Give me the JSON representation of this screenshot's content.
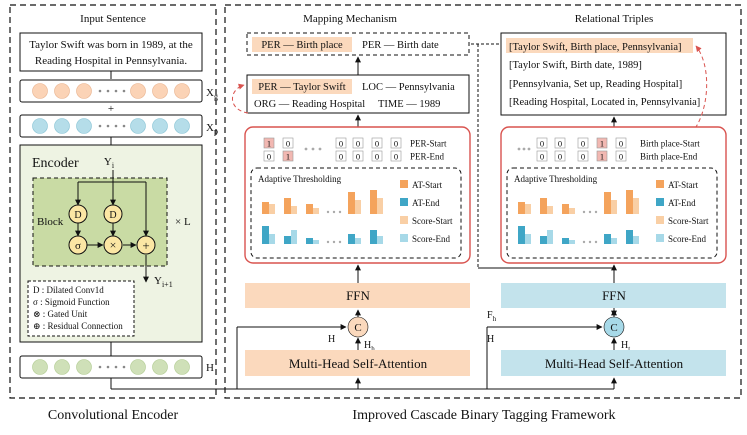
{
  "left_panel": {
    "header": "Input Sentence",
    "sentence_line1": "Taylor Swift was born in 1989, at the",
    "sentence_line2": "Reading Hospital in Pennsylvania.",
    "xg_label": "X",
    "xg_sub": "g",
    "plus": "+",
    "xp_label": "X",
    "xp_sub": "p",
    "dots": "• • • •",
    "encoder_title": "Encoder",
    "yi_label": "Y",
    "yi_sub": "i",
    "block_label": "Block",
    "d_node": "D",
    "sigma_node": "σ",
    "times_node": "×",
    "plus_node": "+",
    "times_l": "× L",
    "yi1_label": "Y",
    "yi1_sub": "i+1",
    "legend": [
      "D : Dilated Conv1d",
      "σ : Sigmoid Function",
      "⊗ : Gated Unit",
      "⊕ : Residual Connection"
    ],
    "h_label": "H",
    "footer": "Convolutional Encoder"
  },
  "mapping": {
    "header": "Mapping Mechanism",
    "top_box_item1": "PER — Birth place",
    "top_box_item2": "PER — Birth date",
    "entity_line1_a": "PER — Taylor Swift",
    "entity_line1_b": "LOC — Pennsylvania",
    "entity_line2_a": "ORG — Reading Hospital",
    "entity_line2_b": "TIME — 1989",
    "tag_rows": [
      {
        "label": "PER-Start",
        "cells": [
          "1",
          "0",
          "0",
          "0",
          "0",
          "0"
        ],
        "hl": [
          0
        ]
      },
      {
        "label": "PER-End",
        "cells": [
          "0",
          "1",
          "0",
          "0",
          "0",
          "0"
        ],
        "hl": [
          1
        ]
      }
    ],
    "adaptive_title": "Adaptive Thresholding",
    "legend": [
      "AT-Start",
      "AT-End",
      "Score-Start",
      "Score-End"
    ],
    "ffn": "FFN",
    "c_node": "C",
    "h_label": "H",
    "hh_label": "H",
    "hh_sub": "h",
    "mhsa": "Multi-Head Self-Attention"
  },
  "relational": {
    "header": "Relational Triples",
    "triples": [
      "[Taylor Swift, Birth place, Pennsylvania]",
      "[Taylor Swift, Birth date, 1989]",
      "[Pennsylvania, Set up, Reading Hospital]",
      "[Reading Hospital, Located in, Pennsylvania]"
    ],
    "tag_rows": [
      {
        "label": "Birth place-Start",
        "cells": [
          "0",
          "0",
          "0",
          "1",
          "0"
        ],
        "hl": [
          3
        ]
      },
      {
        "label": "Birth place-End",
        "cells": [
          "0",
          "0",
          "0",
          "1",
          "0"
        ],
        "hl": [
          3
        ]
      }
    ],
    "adaptive_title": "Adaptive Thresholding",
    "legend": [
      "AT-Start",
      "AT-End",
      "Score-Start",
      "Score-End"
    ],
    "ffn": "FFN",
    "fh_label": "F",
    "fh_sub": "h",
    "c_node": "C",
    "h_label": "H",
    "ht_label": "H",
    "ht_sub": "t",
    "mhsa": "Multi-Head Self-Attention",
    "footer": "Improved Cascade Binary Tagging Framework"
  },
  "colors": {
    "orange": "#f4a35c",
    "orange_light": "#f9cfa5",
    "blue": "#3fa6c6",
    "blue_light": "#a7d9e8",
    "encoder_bg": "#eef3e3",
    "block_bg": "#c9dba4",
    "node_yellow": "#fbe6a4",
    "red": "#d9534f",
    "peach": "#fbd9bd",
    "pale_blue": "#c3e3ec",
    "pink_cell": "#f2b8b2"
  }
}
